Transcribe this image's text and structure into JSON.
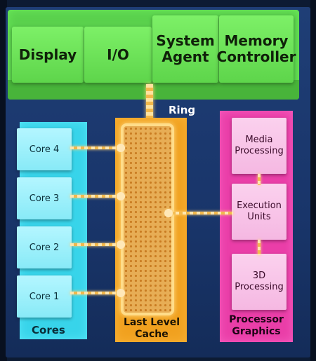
{
  "top_bar": {
    "display": "Display",
    "io": "I/O",
    "system_agent": "System\nAgent",
    "memory_controller": "Memory\nController"
  },
  "ring": {
    "label": "Ring"
  },
  "cores": {
    "label": "Cores",
    "items": [
      "Core 4",
      "Core 3",
      "Core 2",
      "Core 1"
    ]
  },
  "cache": {
    "label": "Last Level\nCache"
  },
  "graphics": {
    "label": "Processor\nGraphics",
    "blocks": [
      "Media\nProcessing",
      "Execution\nUnits",
      "3D\nProcessing"
    ]
  },
  "colors": {
    "uncore": "#5ad14d",
    "cores": "#38d4ea",
    "cache": "#f1a11f",
    "graphics": "#ea3ea8",
    "background": "#1f3e76"
  }
}
